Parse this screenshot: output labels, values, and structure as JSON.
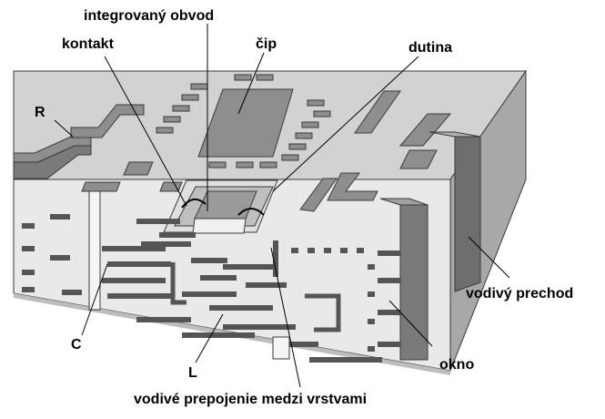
{
  "labels": {
    "integrated_circuit": "integrovaný obvod",
    "contact": "kontakt",
    "chip": "čip",
    "cavity": "dutina",
    "resistor": "R",
    "conductive_via": "vodivý prechod",
    "capacitor": "C",
    "window": "okno",
    "inductor": "L",
    "interlayer_interconnect": "vodivé prepojenie medzi vrstvami"
  },
  "colors": {
    "top_surface": "#d2d2d2",
    "front_face": "#e9e9e9",
    "right_face": "#a8a8a8",
    "pad": "#8e8e8e",
    "conductor": "#555555",
    "dark_trace": "#3a3a3a"
  }
}
